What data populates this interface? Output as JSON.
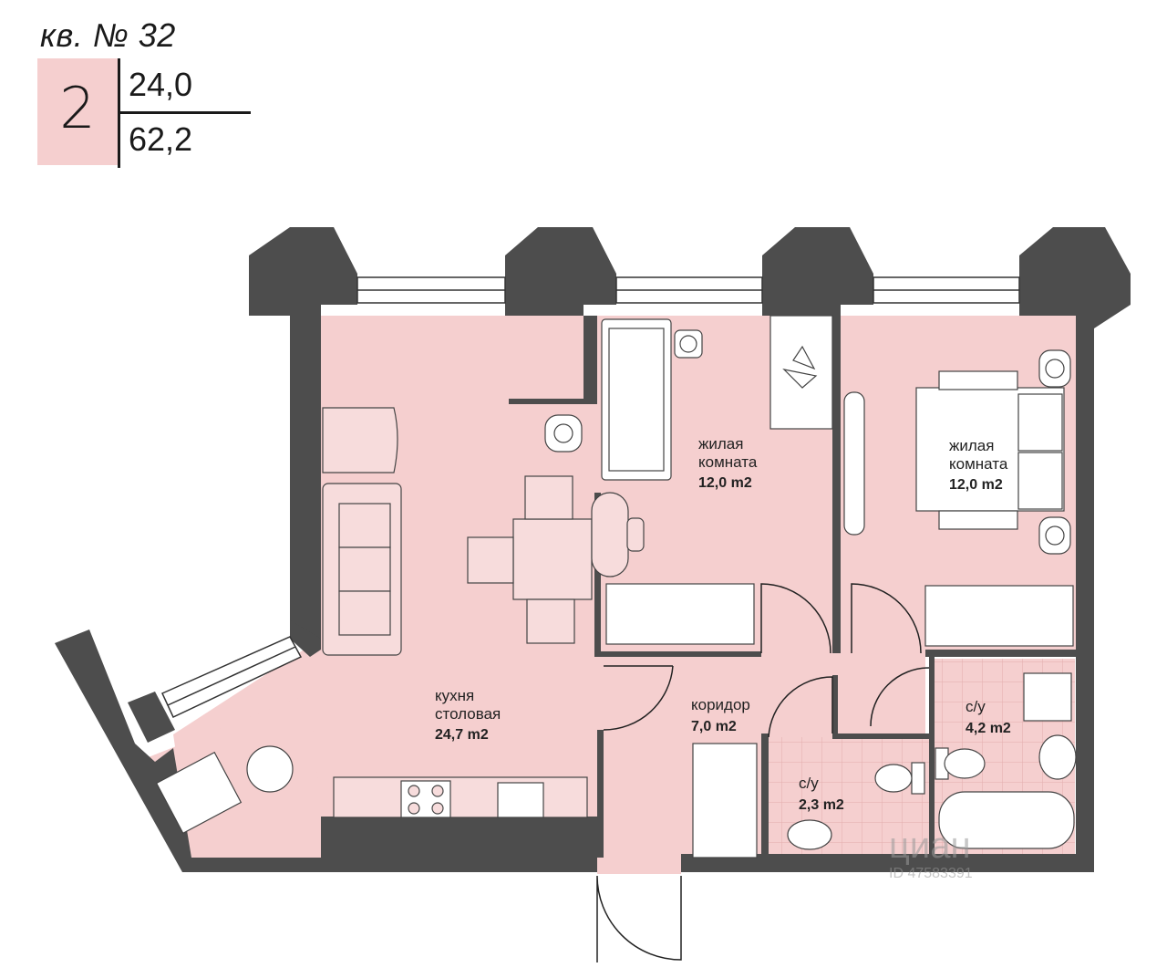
{
  "apartment": {
    "title": "кв. № 32",
    "rooms_count": "2",
    "living_area": "24,0",
    "total_area": "62,2"
  },
  "rooms": {
    "kitchen": {
      "label_line1": "кухня",
      "label_line2": "столовая",
      "area": "24,7 m2"
    },
    "bedroom1": {
      "label_line1": "жилая",
      "label_line2": "комната",
      "area": "12,0 m2"
    },
    "bedroom2": {
      "label_line1": "жилая",
      "label_line2": "комната",
      "area": "12,0 m2"
    },
    "corridor": {
      "label_line1": "коридор",
      "area": "7,0 m2"
    },
    "bath_small": {
      "label_line1": "с/у",
      "area": "2,3 m2"
    },
    "bath_large": {
      "label_line1": "с/у",
      "area": "4,2 m2"
    }
  },
  "watermark": {
    "brand": "циан",
    "id": "ID 47583391"
  },
  "colors": {
    "room_fill": "#f5cfcf",
    "wall": "#4d4d4d",
    "header_box": "#f5cfcf",
    "tile_line": "#e2aeae"
  }
}
